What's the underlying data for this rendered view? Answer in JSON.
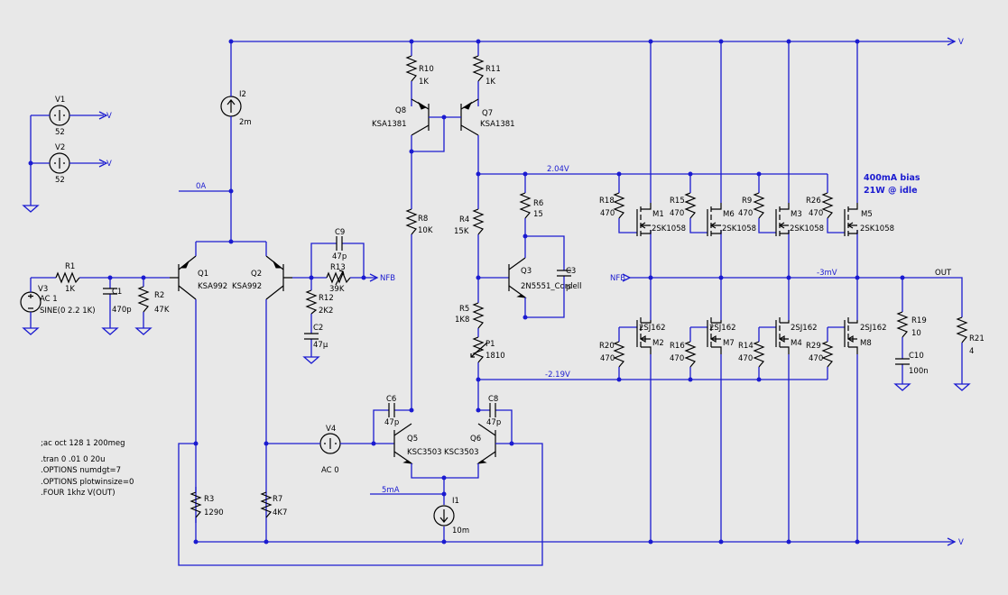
{
  "rail_labels": {
    "pos": "V",
    "neg": "V",
    "out": "OUT",
    "nfb_left": "NFB",
    "nfb_right": "NFB",
    "v1": "V",
    "v2": "V"
  },
  "node_labels": {
    "i2_node": "0A",
    "top_bias": "2.04V",
    "bottom_bias": "-2.19V",
    "out_offset": "-3mV",
    "tail": "5mA"
  },
  "bias_note": {
    "line1": "400mA bias",
    "line2": "21W @ idle"
  },
  "directives": [
    ";ac oct 128 1 200meg",
    ".tran 0 .01 0 20u",
    ".OPTIONS numdgt=7",
    ".OPTIONS plotwinsize=0",
    ".FOUR 1khz V(OUT)"
  ],
  "sources": {
    "V1": {
      "name": "V1",
      "value": "52"
    },
    "V2": {
      "name": "V2",
      "value": "52"
    },
    "V3": {
      "name": "V3",
      "value1": "AC 1",
      "value2": "SINE(0 2.2 1K)"
    },
    "V4": {
      "name": "V4",
      "value": "AC 0"
    },
    "I1": {
      "name": "I1",
      "value": "10m"
    },
    "I2": {
      "name": "I2",
      "value": "2m"
    }
  },
  "transistors": {
    "Q1": {
      "name": "Q1",
      "model": "KSA992"
    },
    "Q2": {
      "name": "Q2",
      "model": "KSA992"
    },
    "Q3": {
      "name": "Q3",
      "model": "2N5551_Cordell"
    },
    "Q5": {
      "name": "Q5",
      "model": "KSC3503"
    },
    "Q6": {
      "name": "Q6",
      "model": "KSC3503"
    },
    "Q7": {
      "name": "Q7",
      "model": "KSA1381"
    },
    "Q8": {
      "name": "Q8",
      "model": "KSA1381"
    },
    "M1": {
      "name": "M1",
      "model": "2SK1058"
    },
    "M6": {
      "name": "M6",
      "model": "2SK1058"
    },
    "M3": {
      "name": "M3",
      "model": "2SK1058"
    },
    "M5": {
      "name": "M5",
      "model": "2SK1058"
    },
    "M2": {
      "name": "M2",
      "model": "2SJ162"
    },
    "M7": {
      "name": "M7",
      "model": "2SJ162"
    },
    "M4": {
      "name": "M4",
      "model": "2SJ162"
    },
    "M8": {
      "name": "M8",
      "model": "2SJ162"
    }
  },
  "resistors": {
    "R1": {
      "name": "R1",
      "value": "1K"
    },
    "R2": {
      "name": "R2",
      "value": "47K"
    },
    "R3": {
      "name": "R3",
      "value": "1290"
    },
    "R4": {
      "name": "R4",
      "value": "15K"
    },
    "R5": {
      "name": "R5",
      "value": "1K8"
    },
    "P1": {
      "name": "P1",
      "value": "1810"
    },
    "R6": {
      "name": "R6",
      "value": "15"
    },
    "R7": {
      "name": "R7",
      "value": "4K7"
    },
    "R8": {
      "name": "R8",
      "value": "10K"
    },
    "R10": {
      "name": "R10",
      "value": "1K"
    },
    "R11": {
      "name": "R11",
      "value": "1K"
    },
    "R12": {
      "name": "R12",
      "value": "2K2"
    },
    "R13": {
      "name": "R13",
      "value": "39K"
    },
    "R18": {
      "name": "R18",
      "value": "470"
    },
    "R15": {
      "name": "R15",
      "value": "470"
    },
    "R9": {
      "name": "R9",
      "value": "470"
    },
    "R26": {
      "name": "R26",
      "value": "470"
    },
    "R20": {
      "name": "R20",
      "value": "470"
    },
    "R16": {
      "name": "R16",
      "value": "470"
    },
    "R14": {
      "name": "R14",
      "value": "470"
    },
    "R29": {
      "name": "R29",
      "value": "470"
    },
    "R19": {
      "name": "R19",
      "value": "10"
    },
    "R21": {
      "name": "R21",
      "value": "4"
    }
  },
  "capacitors": {
    "C1": {
      "name": "C1",
      "value": "470p"
    },
    "C2": {
      "name": "C2",
      "value": "47µ"
    },
    "C3": {
      "name": "C3",
      "value": "p"
    },
    "C6": {
      "name": "C6",
      "value": "47p"
    },
    "C8": {
      "name": "C8",
      "value": "47p"
    },
    "C9": {
      "name": "C9",
      "value": "47p"
    },
    "C10": {
      "name": "C10",
      "value": "100n"
    }
  }
}
